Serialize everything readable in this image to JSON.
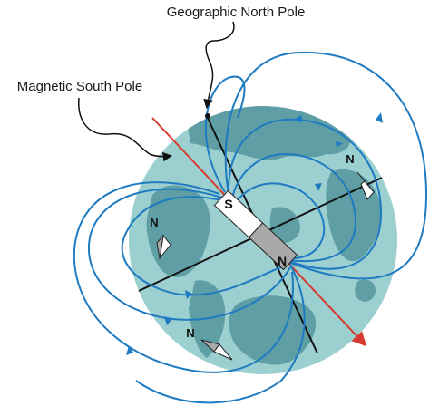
{
  "labels": {
    "geographic_north_pole": "Geographic North Pole",
    "magnetic_south_pole": "Magnetic South Pole"
  },
  "bar_magnet": {
    "south_end_letter": "S",
    "north_end_letter": "N"
  },
  "compass_needles": [
    {
      "letter": "N"
    },
    {
      "letter": "N"
    },
    {
      "letter": "N"
    }
  ],
  "colors": {
    "ocean": "#9ccfd0",
    "land": "#5e9ea4",
    "field_lines": "#1f7bc1",
    "magnetic_axis": "#d63a2f",
    "magnet_south": "#ffffff",
    "magnet_north": "#a9a9a9"
  }
}
